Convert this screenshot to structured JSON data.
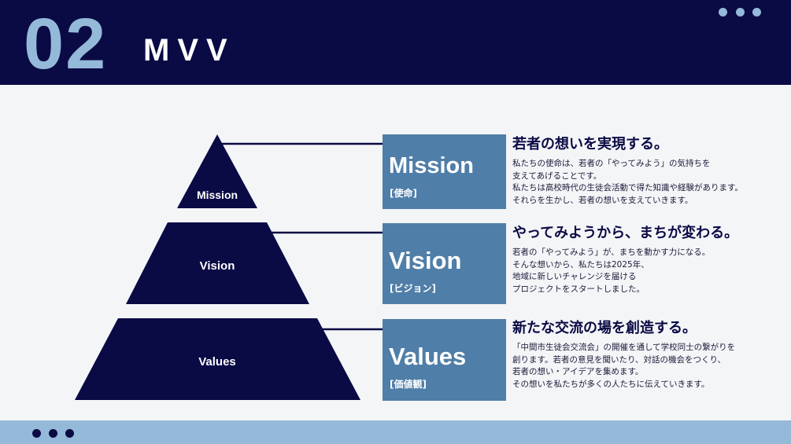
{
  "header": {
    "number": "02",
    "title": "MVV"
  },
  "pyramid": {
    "levels": [
      {
        "label": "Mission",
        "box_title": "Mission",
        "box_sub": "[使命]",
        "heading": "若者の想いを実現する。",
        "lines": [
          "私たちの使命は、若者の「やってみよう」の気持ちを",
          "支えてあげることです。",
          "私たちは高校時代の生徒会活動で得た知識や経験があります。",
          "それらを生かし、若者の想いを支えていきます。"
        ]
      },
      {
        "label": "Vision",
        "box_title": "Vision",
        "box_sub": "[ビジョン]",
        "heading": "やってみようから、まちが変わる。",
        "lines": [
          "若者の「やってみよう」が、まちを動かす力になる。",
          "そんな想いから、私たちは2025年、",
          "地域に新しいチャレンジを届ける",
          "プロジェクトをスタートしました。"
        ]
      },
      {
        "label": "Values",
        "box_title": "Values",
        "box_sub": "[価値観]",
        "heading": "新たな交流の場を創造する。",
        "lines": [
          "「中間市生徒会交流会」の開催を通して学校同士の繋がりを",
          "創ります。若者の意見を聞いたり、対話の機会をつくり、",
          "若者の想い・アイデアを集めます。",
          "その想いを私たちが多くの人たちに伝えていきます。"
        ]
      }
    ]
  },
  "colors": {
    "navy": "#0a0a45",
    "light_blue": "#95b9d8",
    "box_blue": "#4f7ea8",
    "background": "#f4f5f7"
  }
}
